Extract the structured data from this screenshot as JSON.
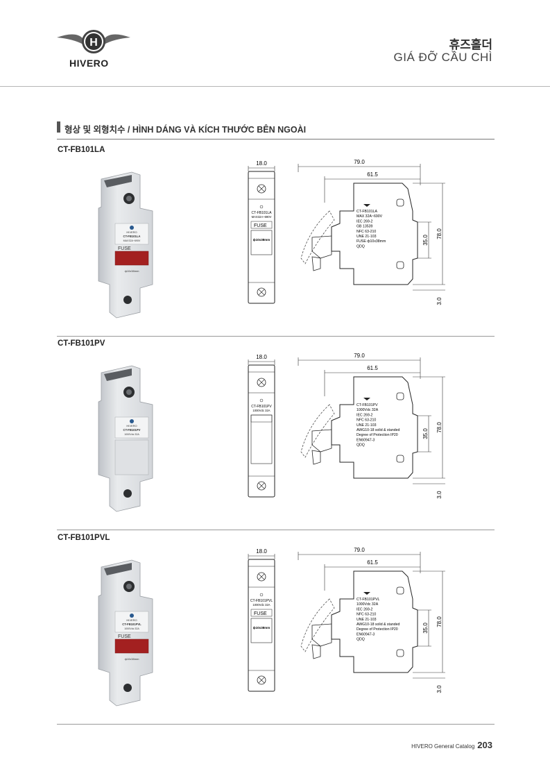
{
  "header": {
    "brand": "HIVERO",
    "logo_letter": "H",
    "title_ko": "휴즈홀더",
    "title_vi": "GIÁ ĐỠ CẦU CHÌ"
  },
  "section": {
    "title": "형상 및 외형치수 / HÌNH DÁNG VÀ KÍCH THƯỚC BÊN NGOÀI"
  },
  "dims": {
    "width": "18.0",
    "depth_total": "79.0",
    "depth_inner": "61.5",
    "rail": "35.0",
    "height": "78.0",
    "bottom": "3.0"
  },
  "products": [
    {
      "model": "CT-FB101LA",
      "photo_brand": "HIVERO",
      "photo_label": [
        "CT-FB101LA",
        "MAX32A~690V"
      ],
      "photo_fuse": "FUSE",
      "photo_size": "ф10x38mm",
      "front_label": [
        "CT-FB101LA",
        "MAX32A~690V"
      ],
      "front_fuse": "FUSE",
      "front_size": "ф10x38mm",
      "side_text": [
        "CT-FB101LA",
        "MAX 32A~690V",
        "IEC 269-2",
        "GB 13539",
        "NFC 63-210",
        "UNE 21-103",
        "FUSE ф10x38mm",
        "QDQ"
      ]
    },
    {
      "model": "CT-FB101PV",
      "photo_brand": "HIVERO",
      "photo_label": [
        "CT-FB101PV",
        "1000Vdc 32A"
      ],
      "photo_fuse": "",
      "photo_size": "",
      "front_label": [
        "CT-FB101PV",
        "1000Vdc 32A"
      ],
      "front_fuse": "",
      "front_size": "",
      "side_text": [
        "CT-FB101PV",
        "1000Vdc 32A",
        "IEC 269-2",
        "NFC 63-210",
        "UNE 21-103",
        "AWG10-18 solid & standed",
        "Degree of Protection IP20",
        "EN60947-3",
        "QDQ"
      ]
    },
    {
      "model": "CT-FB101PVL",
      "photo_brand": "HIVERO",
      "photo_label": [
        "CT-FB101PVL",
        "1000Vdc 32A"
      ],
      "photo_fuse": "FUSE",
      "photo_size": "ф10x38mm",
      "front_label": [
        "CT-FB101PVL",
        "1000Vdc 32A"
      ],
      "front_fuse": "FUSE",
      "front_size": "ф10x38mm",
      "side_text": [
        "CT-FB101PVL",
        "1000Vdc 32A",
        "IEC 269-2",
        "NFC 63-210",
        "UNE 21-103",
        "AWG10-18 solid & standed",
        "Degree of Protection IP20",
        "EN60947-3",
        "QDQ"
      ]
    }
  ],
  "footer": {
    "catalog": "HIVERO General Catalog",
    "page": "203"
  }
}
